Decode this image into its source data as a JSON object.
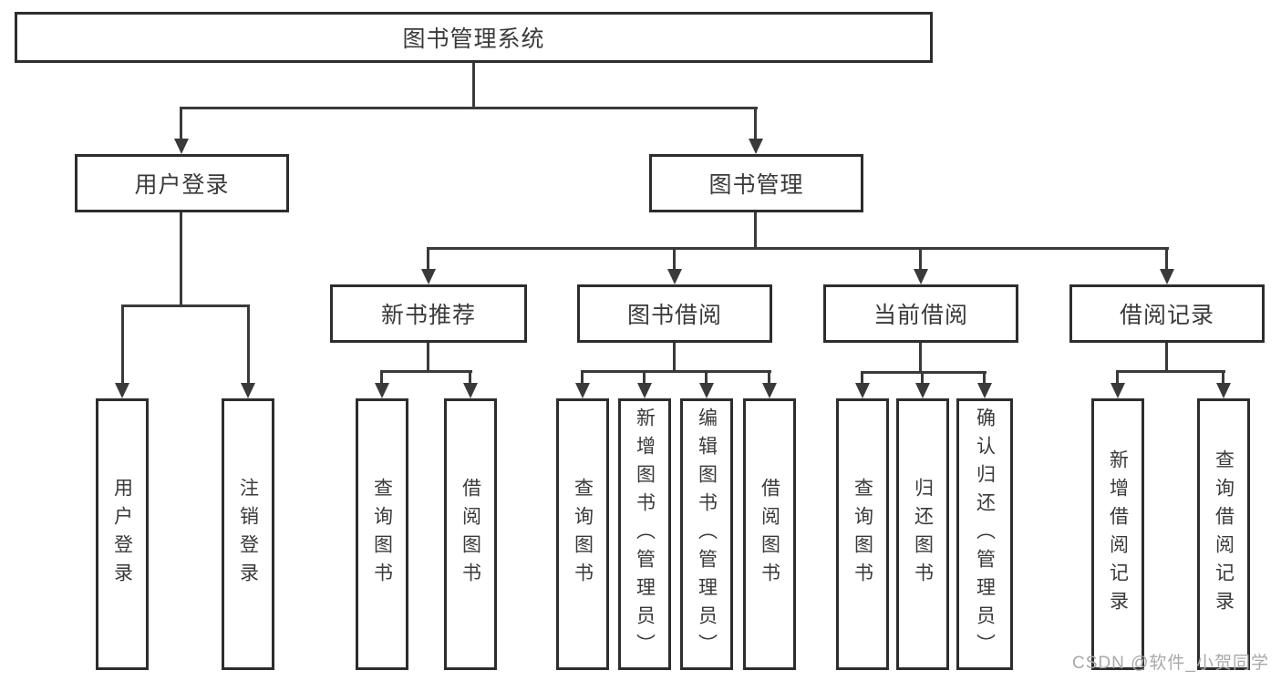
{
  "diagram": {
    "title": "图书管理系统",
    "colors": {
      "background": "#ffffff",
      "box_border": "#2d2d2d",
      "line": "#3a3a3a",
      "text": "#3a3a3a",
      "watermark": "#a9a9a9"
    },
    "nodes": {
      "root": {
        "label": "图书管理系统"
      },
      "user_login_branch": {
        "label": "用户登录"
      },
      "book_management": {
        "label": "图书管理"
      },
      "new_book_recommend": {
        "label": "新书推荐"
      },
      "book_borrow": {
        "label": "图书借阅"
      },
      "current_borrow": {
        "label": "当前借阅"
      },
      "borrow_records": {
        "label": "借阅记录"
      },
      "leaf_user_login": {
        "label": "用户登录"
      },
      "leaf_logout": {
        "label": "注销登录"
      },
      "rec_query_book": {
        "label": "查询图书"
      },
      "rec_borrow_book": {
        "label": "借阅图书"
      },
      "bb_query_book": {
        "label": "查询图书"
      },
      "bb_add_book_admin": {
        "label": "新增图书（管理员）"
      },
      "bb_edit_book_admin": {
        "label": "编辑图书（管理员）"
      },
      "bb_borrow_book": {
        "label": "借阅图书"
      },
      "cb_query_book": {
        "label": "查询图书"
      },
      "cb_return_book": {
        "label": "归还图书"
      },
      "cb_confirm_return_admin": {
        "label": "确认归还（管理员）"
      },
      "br_add_record": {
        "label": "新增借阅记录"
      },
      "br_query_record": {
        "label": "查询借阅记录"
      }
    },
    "watermark": {
      "text": "CSDN @软件_小贺同学"
    }
  }
}
